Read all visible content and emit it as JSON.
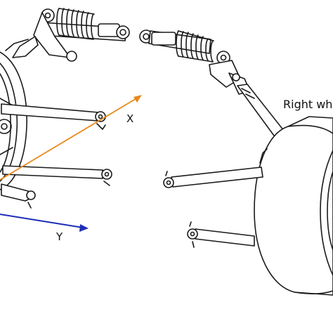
{
  "labels": {
    "axis_x": "X",
    "axis_y": "Y",
    "wheel": "Right wh"
  },
  "colors": {
    "axis_x": "#e8891d",
    "axis_y": "#1f2fb5",
    "line": "#1a1a1a",
    "fill": "#ffffff"
  }
}
